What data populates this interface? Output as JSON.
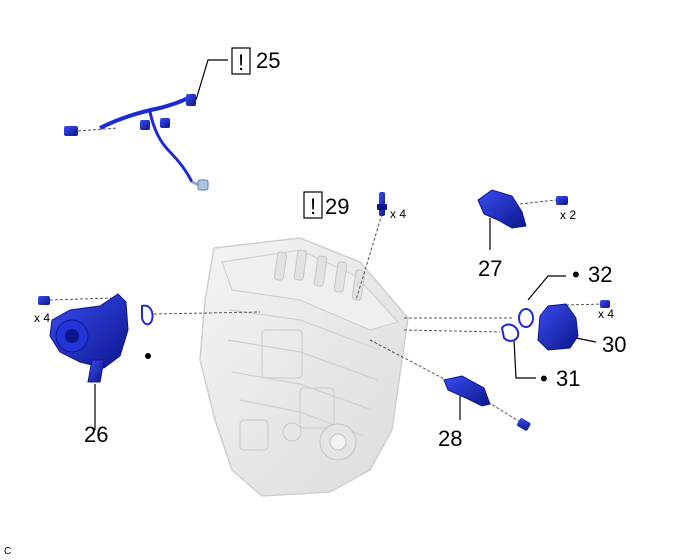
{
  "diagram": {
    "parts": [
      {
        "id": "25",
        "label": "25",
        "caution": "!"
      },
      {
        "id": "26",
        "label": "26"
      },
      {
        "id": "27",
        "label": "27"
      },
      {
        "id": "28",
        "label": "28"
      },
      {
        "id": "29",
        "label": "29",
        "caution": "!"
      },
      {
        "id": "30",
        "label": "30"
      },
      {
        "id": "31",
        "label": "31",
        "marker": "•"
      },
      {
        "id": "32",
        "label": "32",
        "marker": "•"
      }
    ],
    "quantities": {
      "bolt_29": "x 4",
      "bolt_27": "x 2",
      "bolt_26": "x 4",
      "bolt_30": "x 4"
    },
    "corner_code": "C",
    "colors": {
      "part_blue": "#1a2bd6",
      "part_blue_dark": "#0c168c",
      "engine_gray": "#e9e9e9",
      "engine_line": "#c9c9c9"
    }
  }
}
